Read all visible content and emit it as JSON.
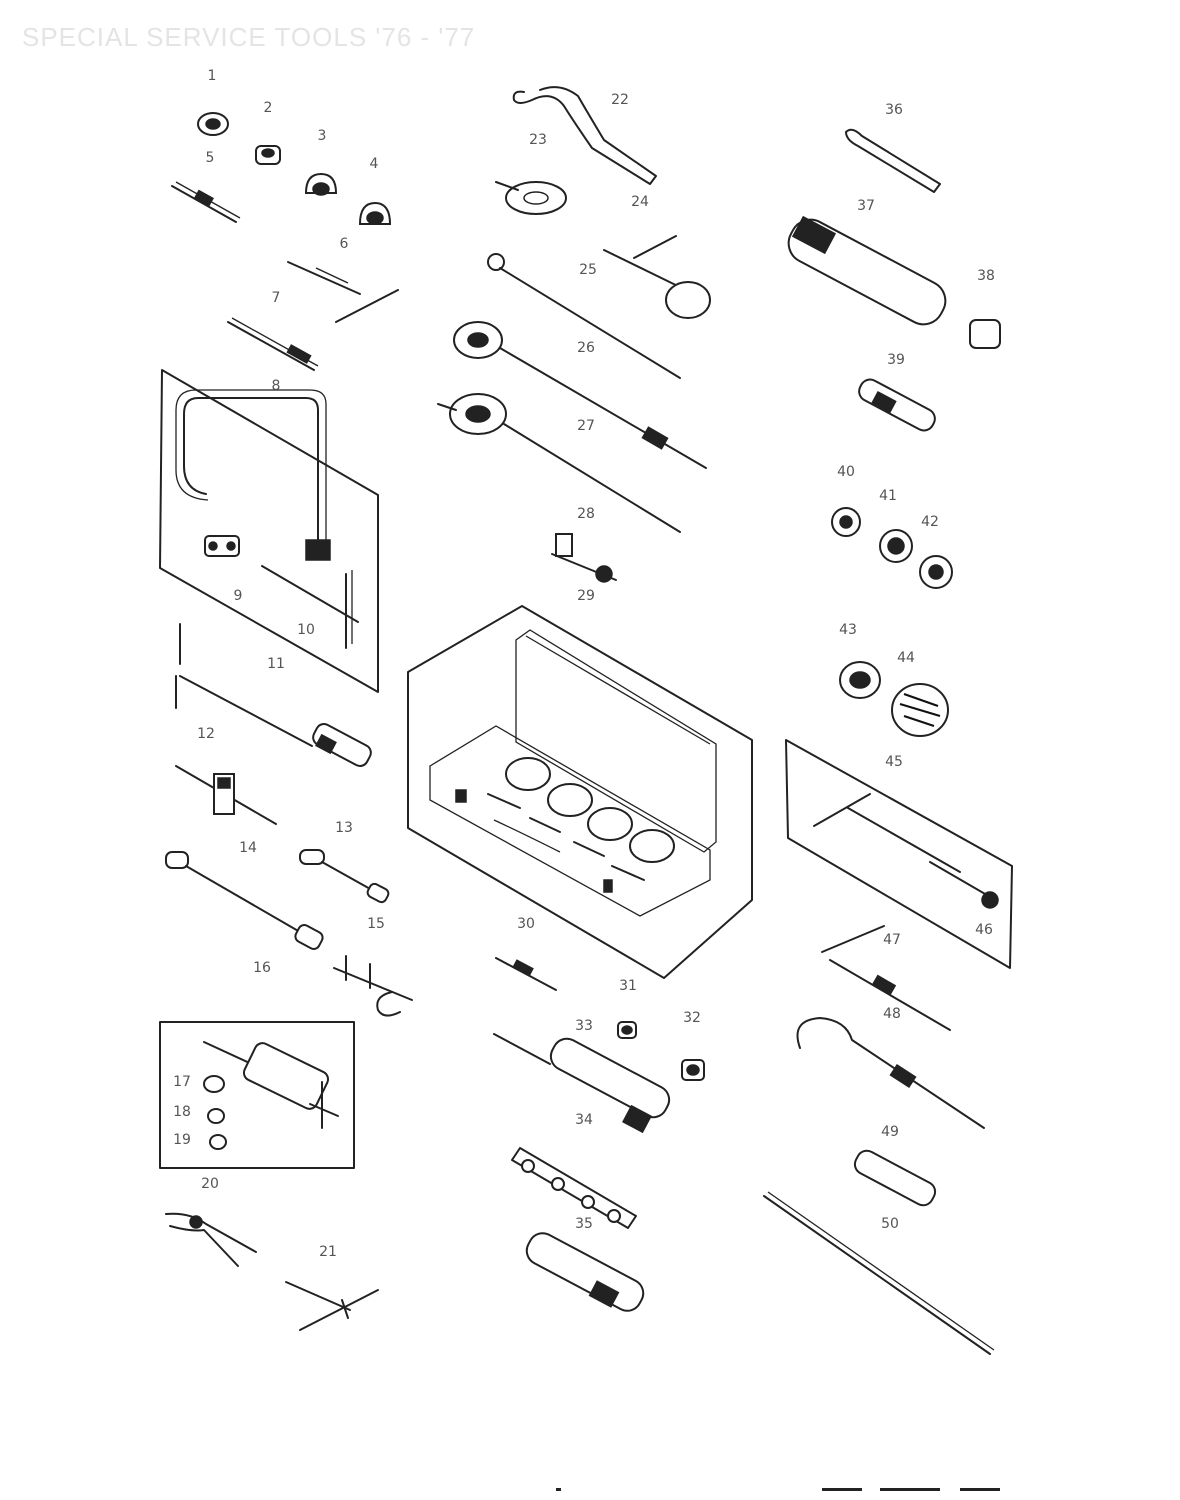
{
  "header": {
    "title": "SPECIAL SERVICE TOOLS  '76 - '77"
  },
  "labels": [
    {
      "n": "1"
    },
    {
      "n": "2"
    },
    {
      "n": "3"
    },
    {
      "n": "4"
    },
    {
      "n": "5"
    },
    {
      "n": "6"
    },
    {
      "n": "7"
    },
    {
      "n": "8"
    },
    {
      "n": "9"
    },
    {
      "n": "10"
    },
    {
      "n": "11"
    },
    {
      "n": "12"
    },
    {
      "n": "13"
    },
    {
      "n": "14"
    },
    {
      "n": "15"
    },
    {
      "n": "16"
    },
    {
      "n": "17"
    },
    {
      "n": "18"
    },
    {
      "n": "19"
    },
    {
      "n": "20"
    },
    {
      "n": "21"
    },
    {
      "n": "22"
    },
    {
      "n": "23"
    },
    {
      "n": "24"
    },
    {
      "n": "25"
    },
    {
      "n": "26"
    },
    {
      "n": "27"
    },
    {
      "n": "28"
    },
    {
      "n": "29"
    },
    {
      "n": "30"
    },
    {
      "n": "31"
    },
    {
      "n": "32"
    },
    {
      "n": "33"
    },
    {
      "n": "34"
    },
    {
      "n": "35"
    },
    {
      "n": "36"
    },
    {
      "n": "37"
    },
    {
      "n": "38"
    },
    {
      "n": "39"
    },
    {
      "n": "40"
    },
    {
      "n": "41"
    },
    {
      "n": "42"
    },
    {
      "n": "43"
    },
    {
      "n": "44"
    },
    {
      "n": "45"
    },
    {
      "n": "46"
    },
    {
      "n": "47"
    },
    {
      "n": "48"
    },
    {
      "n": "49"
    },
    {
      "n": "50"
    }
  ]
}
